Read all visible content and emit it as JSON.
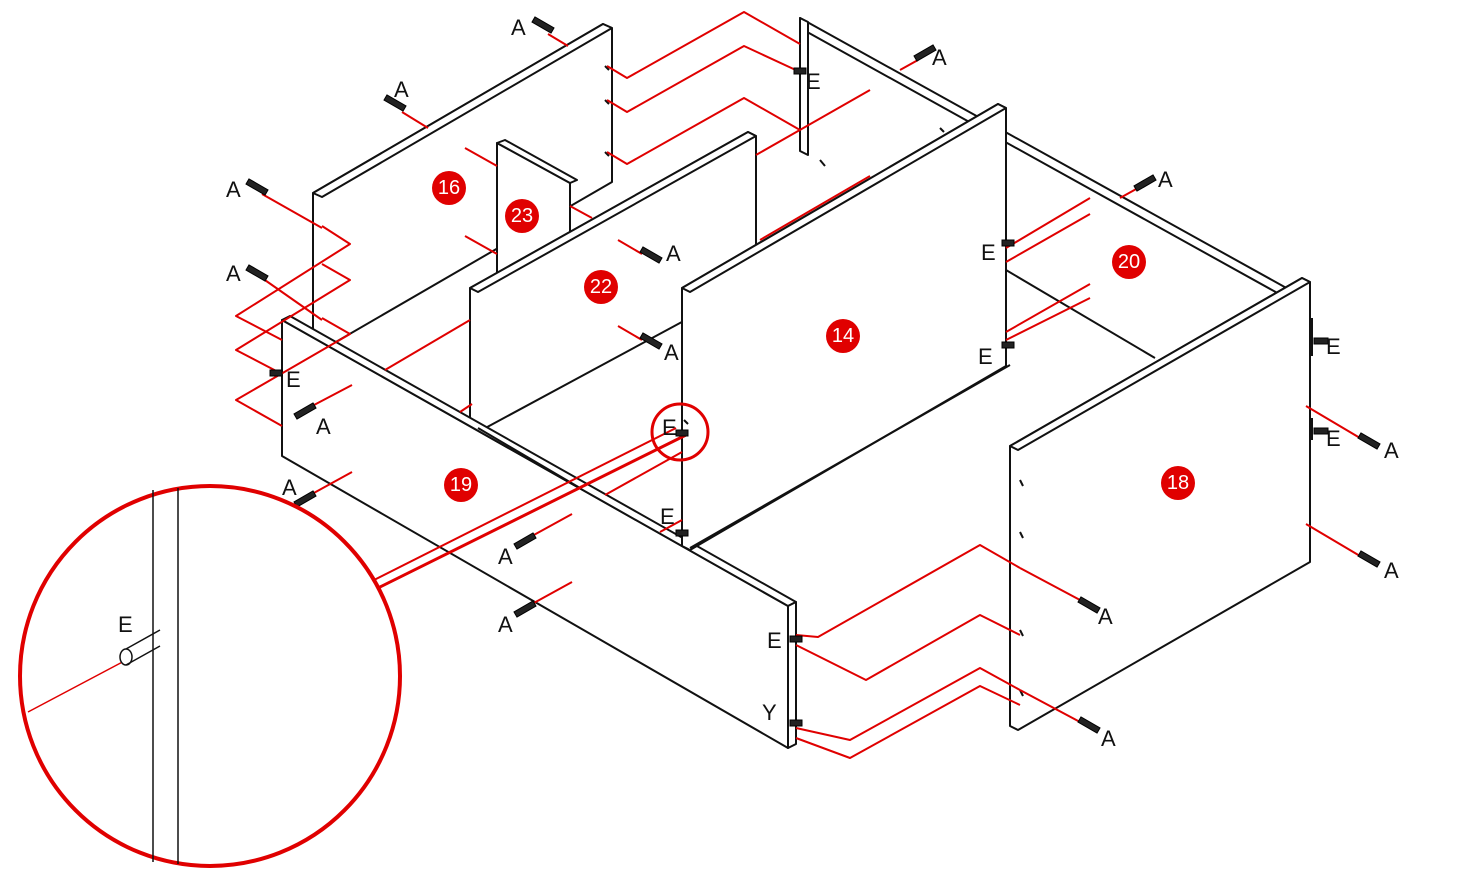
{
  "colors": {
    "line": "#111111",
    "accent": "#e00000",
    "background": "#ffffff"
  },
  "parts": {
    "p14": "14",
    "p16": "16",
    "p18": "18",
    "p19": "19",
    "p20": "20",
    "p22": "22",
    "p23": "23"
  },
  "fittings": {
    "screw": "A",
    "dowel": "E",
    "cam": "Y"
  },
  "detail": {
    "label": "E",
    "icon": "dowel-detail-icon"
  }
}
